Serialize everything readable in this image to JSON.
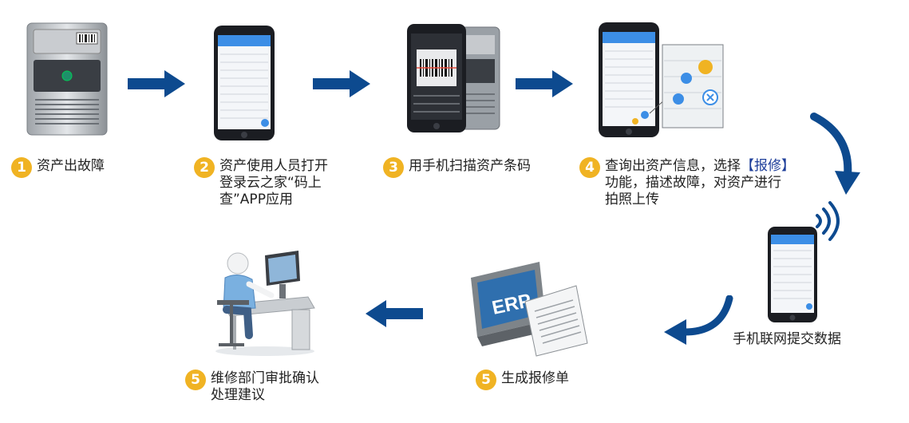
{
  "steps": [
    {
      "badge": "1",
      "text": "资产出故障"
    },
    {
      "badge": "2",
      "line1": "资产使用人员打开",
      "line2": "登录云之家“码上",
      "line3": "查”APP应用"
    },
    {
      "badge": "3",
      "text": "用手机扫描资产条码"
    },
    {
      "badge": "4",
      "line1_pre": "查询出资产信息，选择",
      "line1_hl": "【报修】",
      "line2": "功能，描述故障，对资产进行",
      "line3": "拍照上传"
    },
    {
      "badge": "5",
      "text": "生成报修单"
    },
    {
      "badge": "5",
      "line1": "维修部门审批确认",
      "line2": "处理建议"
    }
  ],
  "network_label": "手机联网提交数据",
  "erp_label": "ERP",
  "colors": {
    "arrow": "#0d4a8f",
    "badge": "#f0b323",
    "highlight": "#1f3f9a",
    "phone_bar": "#3c8ee6"
  }
}
